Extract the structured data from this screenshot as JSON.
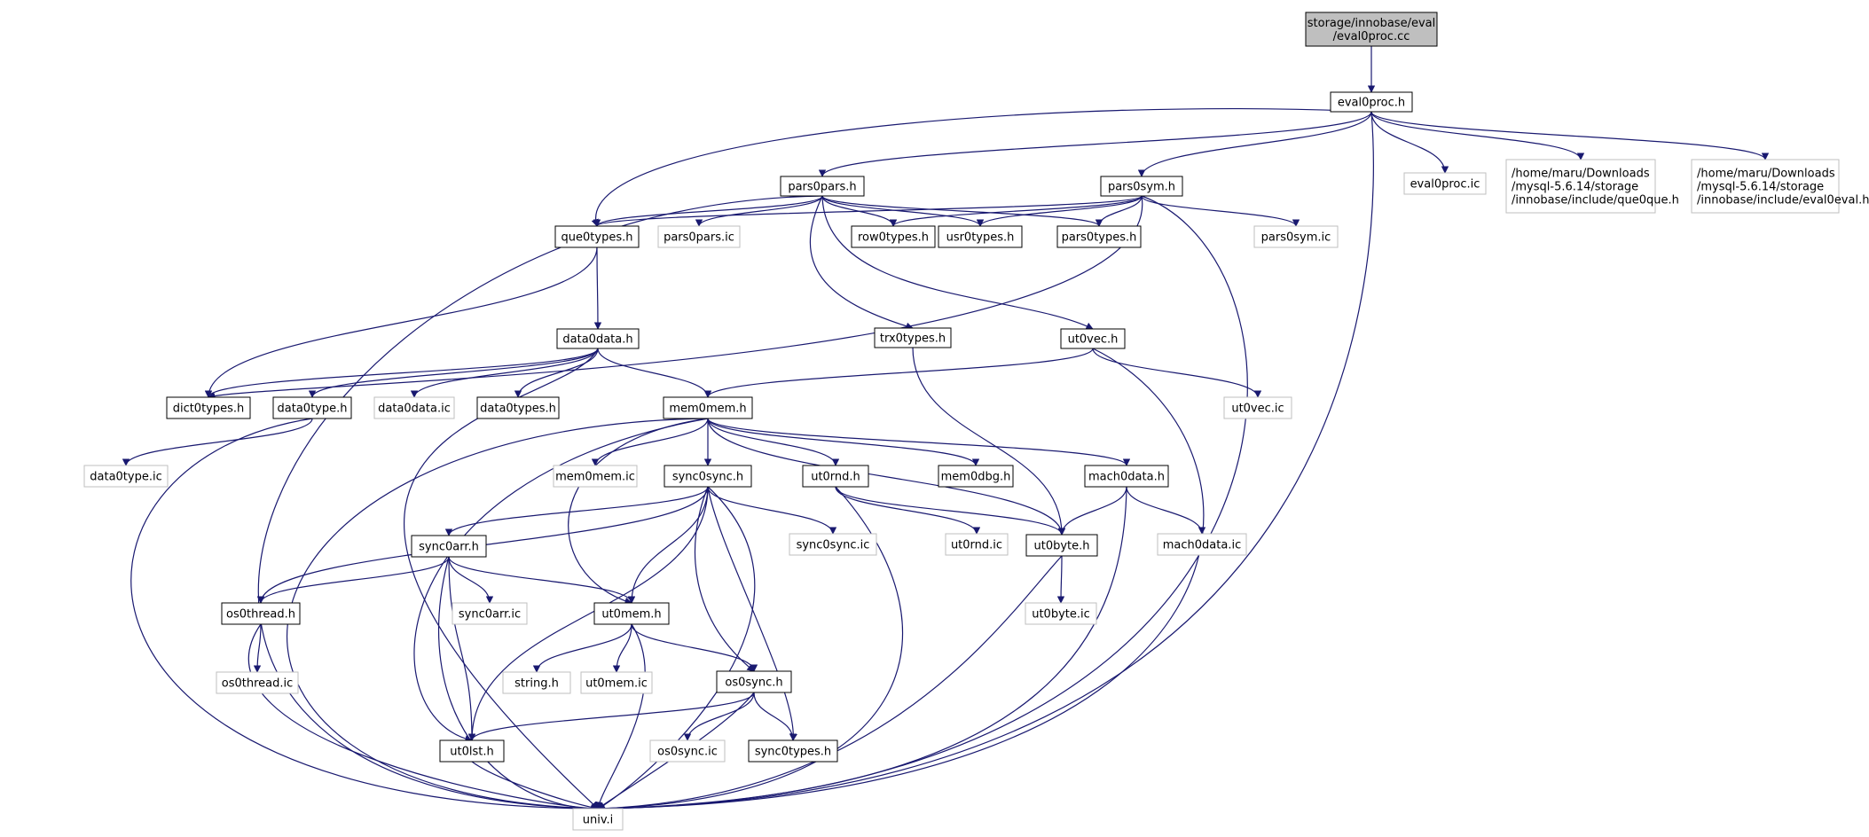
{
  "diagram": {
    "nodes": [
      {
        "id": "root",
        "lines": [
          "storage/innobase/eval",
          "/eval0proc.cc"
        ],
        "style": "root"
      },
      {
        "id": "eval0proc_h",
        "lines": [
          "eval0proc.h"
        ],
        "style": "normal"
      },
      {
        "id": "pars0pars_h",
        "lines": [
          "pars0pars.h"
        ],
        "style": "normal"
      },
      {
        "id": "pars0sym_h",
        "lines": [
          "pars0sym.h"
        ],
        "style": "normal"
      },
      {
        "id": "eval0proc_ic",
        "lines": [
          "eval0proc.ic"
        ],
        "style": "gray"
      },
      {
        "id": "que0que_h",
        "lines": [
          "/home/maru/Downloads",
          "/mysql-5.6.14/storage",
          "/innobase/include/que0que.h"
        ],
        "style": "gray"
      },
      {
        "id": "eval0eval_h",
        "lines": [
          "/home/maru/Downloads",
          "/mysql-5.6.14/storage",
          "/innobase/include/eval0eval.h"
        ],
        "style": "gray"
      },
      {
        "id": "que0types_h",
        "lines": [
          "que0types.h"
        ],
        "style": "normal"
      },
      {
        "id": "pars0pars_ic",
        "lines": [
          "pars0pars.ic"
        ],
        "style": "gray"
      },
      {
        "id": "row0types_h",
        "lines": [
          "row0types.h"
        ],
        "style": "normal"
      },
      {
        "id": "usr0types_h",
        "lines": [
          "usr0types.h"
        ],
        "style": "normal"
      },
      {
        "id": "pars0types_h",
        "lines": [
          "pars0types.h"
        ],
        "style": "normal"
      },
      {
        "id": "pars0sym_ic",
        "lines": [
          "pars0sym.ic"
        ],
        "style": "gray"
      },
      {
        "id": "data0data_h",
        "lines": [
          "data0data.h"
        ],
        "style": "normal"
      },
      {
        "id": "trx0types_h",
        "lines": [
          "trx0types.h"
        ],
        "style": "normal"
      },
      {
        "id": "ut0vec_h",
        "lines": [
          "ut0vec.h"
        ],
        "style": "normal"
      },
      {
        "id": "dict0types_h",
        "lines": [
          "dict0types.h"
        ],
        "style": "normal"
      },
      {
        "id": "data0type_h",
        "lines": [
          "data0type.h"
        ],
        "style": "normal"
      },
      {
        "id": "data0data_ic",
        "lines": [
          "data0data.ic"
        ],
        "style": "gray"
      },
      {
        "id": "data0types_h",
        "lines": [
          "data0types.h"
        ],
        "style": "normal"
      },
      {
        "id": "mem0mem_h",
        "lines": [
          "mem0mem.h"
        ],
        "style": "normal"
      },
      {
        "id": "ut0vec_ic",
        "lines": [
          "ut0vec.ic"
        ],
        "style": "gray"
      },
      {
        "id": "data0type_ic",
        "lines": [
          "data0type.ic"
        ],
        "style": "gray"
      },
      {
        "id": "mem0mem_ic",
        "lines": [
          "mem0mem.ic"
        ],
        "style": "gray"
      },
      {
        "id": "sync0sync_h",
        "lines": [
          "sync0sync.h"
        ],
        "style": "normal"
      },
      {
        "id": "ut0rnd_h",
        "lines": [
          "ut0rnd.h"
        ],
        "style": "normal"
      },
      {
        "id": "mem0dbg_h",
        "lines": [
          "mem0dbg.h"
        ],
        "style": "normal"
      },
      {
        "id": "mach0data_h",
        "lines": [
          "mach0data.h"
        ],
        "style": "normal"
      },
      {
        "id": "sync0arr_h",
        "lines": [
          "sync0arr.h"
        ],
        "style": "normal"
      },
      {
        "id": "sync0sync_ic",
        "lines": [
          "sync0sync.ic"
        ],
        "style": "gray"
      },
      {
        "id": "ut0rnd_ic",
        "lines": [
          "ut0rnd.ic"
        ],
        "style": "gray"
      },
      {
        "id": "ut0byte_h",
        "lines": [
          "ut0byte.h"
        ],
        "style": "normal"
      },
      {
        "id": "mach0data_ic",
        "lines": [
          "mach0data.ic"
        ],
        "style": "gray"
      },
      {
        "id": "os0thread_h",
        "lines": [
          "os0thread.h"
        ],
        "style": "normal"
      },
      {
        "id": "sync0arr_ic",
        "lines": [
          "sync0arr.ic"
        ],
        "style": "gray"
      },
      {
        "id": "ut0mem_h",
        "lines": [
          "ut0mem.h"
        ],
        "style": "normal"
      },
      {
        "id": "ut0byte_ic",
        "lines": [
          "ut0byte.ic"
        ],
        "style": "gray"
      },
      {
        "id": "os0thread_ic",
        "lines": [
          "os0thread.ic"
        ],
        "style": "gray"
      },
      {
        "id": "string_h",
        "lines": [
          "string.h"
        ],
        "style": "gray"
      },
      {
        "id": "ut0mem_ic",
        "lines": [
          "ut0mem.ic"
        ],
        "style": "gray"
      },
      {
        "id": "os0sync_h",
        "lines": [
          "os0sync.h"
        ],
        "style": "normal"
      },
      {
        "id": "ut0lst_h",
        "lines": [
          "ut0lst.h"
        ],
        "style": "normal"
      },
      {
        "id": "os0sync_ic",
        "lines": [
          "os0sync.ic"
        ],
        "style": "gray"
      },
      {
        "id": "sync0types_h",
        "lines": [
          "sync0types.h"
        ],
        "style": "normal"
      },
      {
        "id": "univ_i",
        "lines": [
          "univ.i"
        ],
        "style": "gray"
      }
    ],
    "edges": [
      [
        "root",
        "eval0proc_h"
      ],
      [
        "eval0proc_h",
        "pars0pars_h"
      ],
      [
        "eval0proc_h",
        "pars0sym_h"
      ],
      [
        "eval0proc_h",
        "que0types_h"
      ],
      [
        "eval0proc_h",
        "eval0proc_ic"
      ],
      [
        "eval0proc_h",
        "que0que_h"
      ],
      [
        "eval0proc_h",
        "eval0eval_h"
      ],
      [
        "eval0proc_h",
        "univ_i"
      ],
      [
        "pars0pars_h",
        "que0types_h"
      ],
      [
        "pars0pars_h",
        "pars0pars_ic"
      ],
      [
        "pars0pars_h",
        "row0types_h"
      ],
      [
        "pars0pars_h",
        "usr0types_h"
      ],
      [
        "pars0pars_h",
        "pars0types_h"
      ],
      [
        "pars0pars_h",
        "trx0types_h"
      ],
      [
        "pars0pars_h",
        "ut0vec_h"
      ],
      [
        "pars0pars_h",
        "univ_i"
      ],
      [
        "pars0sym_h",
        "que0types_h"
      ],
      [
        "pars0sym_h",
        "row0types_h"
      ],
      [
        "pars0sym_h",
        "usr0types_h"
      ],
      [
        "pars0sym_h",
        "pars0types_h"
      ],
      [
        "pars0sym_h",
        "pars0sym_ic"
      ],
      [
        "pars0sym_h",
        "dict0types_h"
      ],
      [
        "pars0sym_h",
        "univ_i"
      ],
      [
        "que0types_h",
        "data0data_h"
      ],
      [
        "que0types_h",
        "dict0types_h"
      ],
      [
        "data0data_h",
        "dict0types_h"
      ],
      [
        "data0data_h",
        "data0type_h"
      ],
      [
        "data0data_h",
        "data0data_ic"
      ],
      [
        "data0data_h",
        "data0types_h"
      ],
      [
        "data0data_h",
        "mem0mem_h"
      ],
      [
        "data0data_h",
        "univ_i"
      ],
      [
        "trx0types_h",
        "ut0byte_h"
      ],
      [
        "ut0vec_h",
        "mem0mem_h"
      ],
      [
        "ut0vec_h",
        "ut0vec_ic"
      ],
      [
        "ut0vec_h",
        "univ_i"
      ],
      [
        "data0type_h",
        "data0type_ic"
      ],
      [
        "data0type_h",
        "univ_i"
      ],
      [
        "mem0mem_h",
        "mem0mem_ic"
      ],
      [
        "mem0mem_h",
        "sync0sync_h"
      ],
      [
        "mem0mem_h",
        "ut0rnd_h"
      ],
      [
        "mem0mem_h",
        "mem0dbg_h"
      ],
      [
        "mem0mem_h",
        "mach0data_h"
      ],
      [
        "mem0mem_h",
        "ut0byte_h"
      ],
      [
        "mem0mem_h",
        "ut0mem_h"
      ],
      [
        "mem0mem_h",
        "ut0lst_h"
      ],
      [
        "mem0mem_h",
        "univ_i"
      ],
      [
        "sync0sync_h",
        "sync0arr_h"
      ],
      [
        "sync0sync_h",
        "sync0sync_ic"
      ],
      [
        "sync0sync_h",
        "os0thread_h"
      ],
      [
        "sync0sync_h",
        "ut0mem_h"
      ],
      [
        "sync0sync_h",
        "os0sync_h"
      ],
      [
        "sync0sync_h",
        "ut0lst_h"
      ],
      [
        "sync0sync_h",
        "sync0types_h"
      ],
      [
        "sync0sync_h",
        "univ_i"
      ],
      [
        "ut0rnd_h",
        "ut0rnd_ic"
      ],
      [
        "ut0rnd_h",
        "ut0byte_h"
      ],
      [
        "ut0rnd_h",
        "univ_i"
      ],
      [
        "mach0data_h",
        "ut0byte_h"
      ],
      [
        "mach0data_h",
        "mach0data_ic"
      ],
      [
        "mach0data_h",
        "univ_i"
      ],
      [
        "ut0byte_h",
        "ut0byte_ic"
      ],
      [
        "ut0byte_h",
        "univ_i"
      ],
      [
        "sync0arr_h",
        "os0thread_h"
      ],
      [
        "sync0arr_h",
        "sync0arr_ic"
      ],
      [
        "sync0arr_h",
        "ut0mem_h"
      ],
      [
        "sync0arr_h",
        "ut0lst_h"
      ],
      [
        "sync0arr_h",
        "univ_i"
      ],
      [
        "os0thread_h",
        "os0thread_ic"
      ],
      [
        "os0thread_h",
        "univ_i"
      ],
      [
        "ut0mem_h",
        "string_h"
      ],
      [
        "ut0mem_h",
        "ut0mem_ic"
      ],
      [
        "ut0mem_h",
        "os0sync_h"
      ],
      [
        "ut0mem_h",
        "univ_i"
      ],
      [
        "os0sync_h",
        "ut0lst_h"
      ],
      [
        "os0sync_h",
        "os0sync_ic"
      ],
      [
        "os0sync_h",
        "sync0types_h"
      ],
      [
        "os0sync_h",
        "univ_i"
      ],
      [
        "ut0lst_h",
        "univ_i"
      ]
    ]
  }
}
